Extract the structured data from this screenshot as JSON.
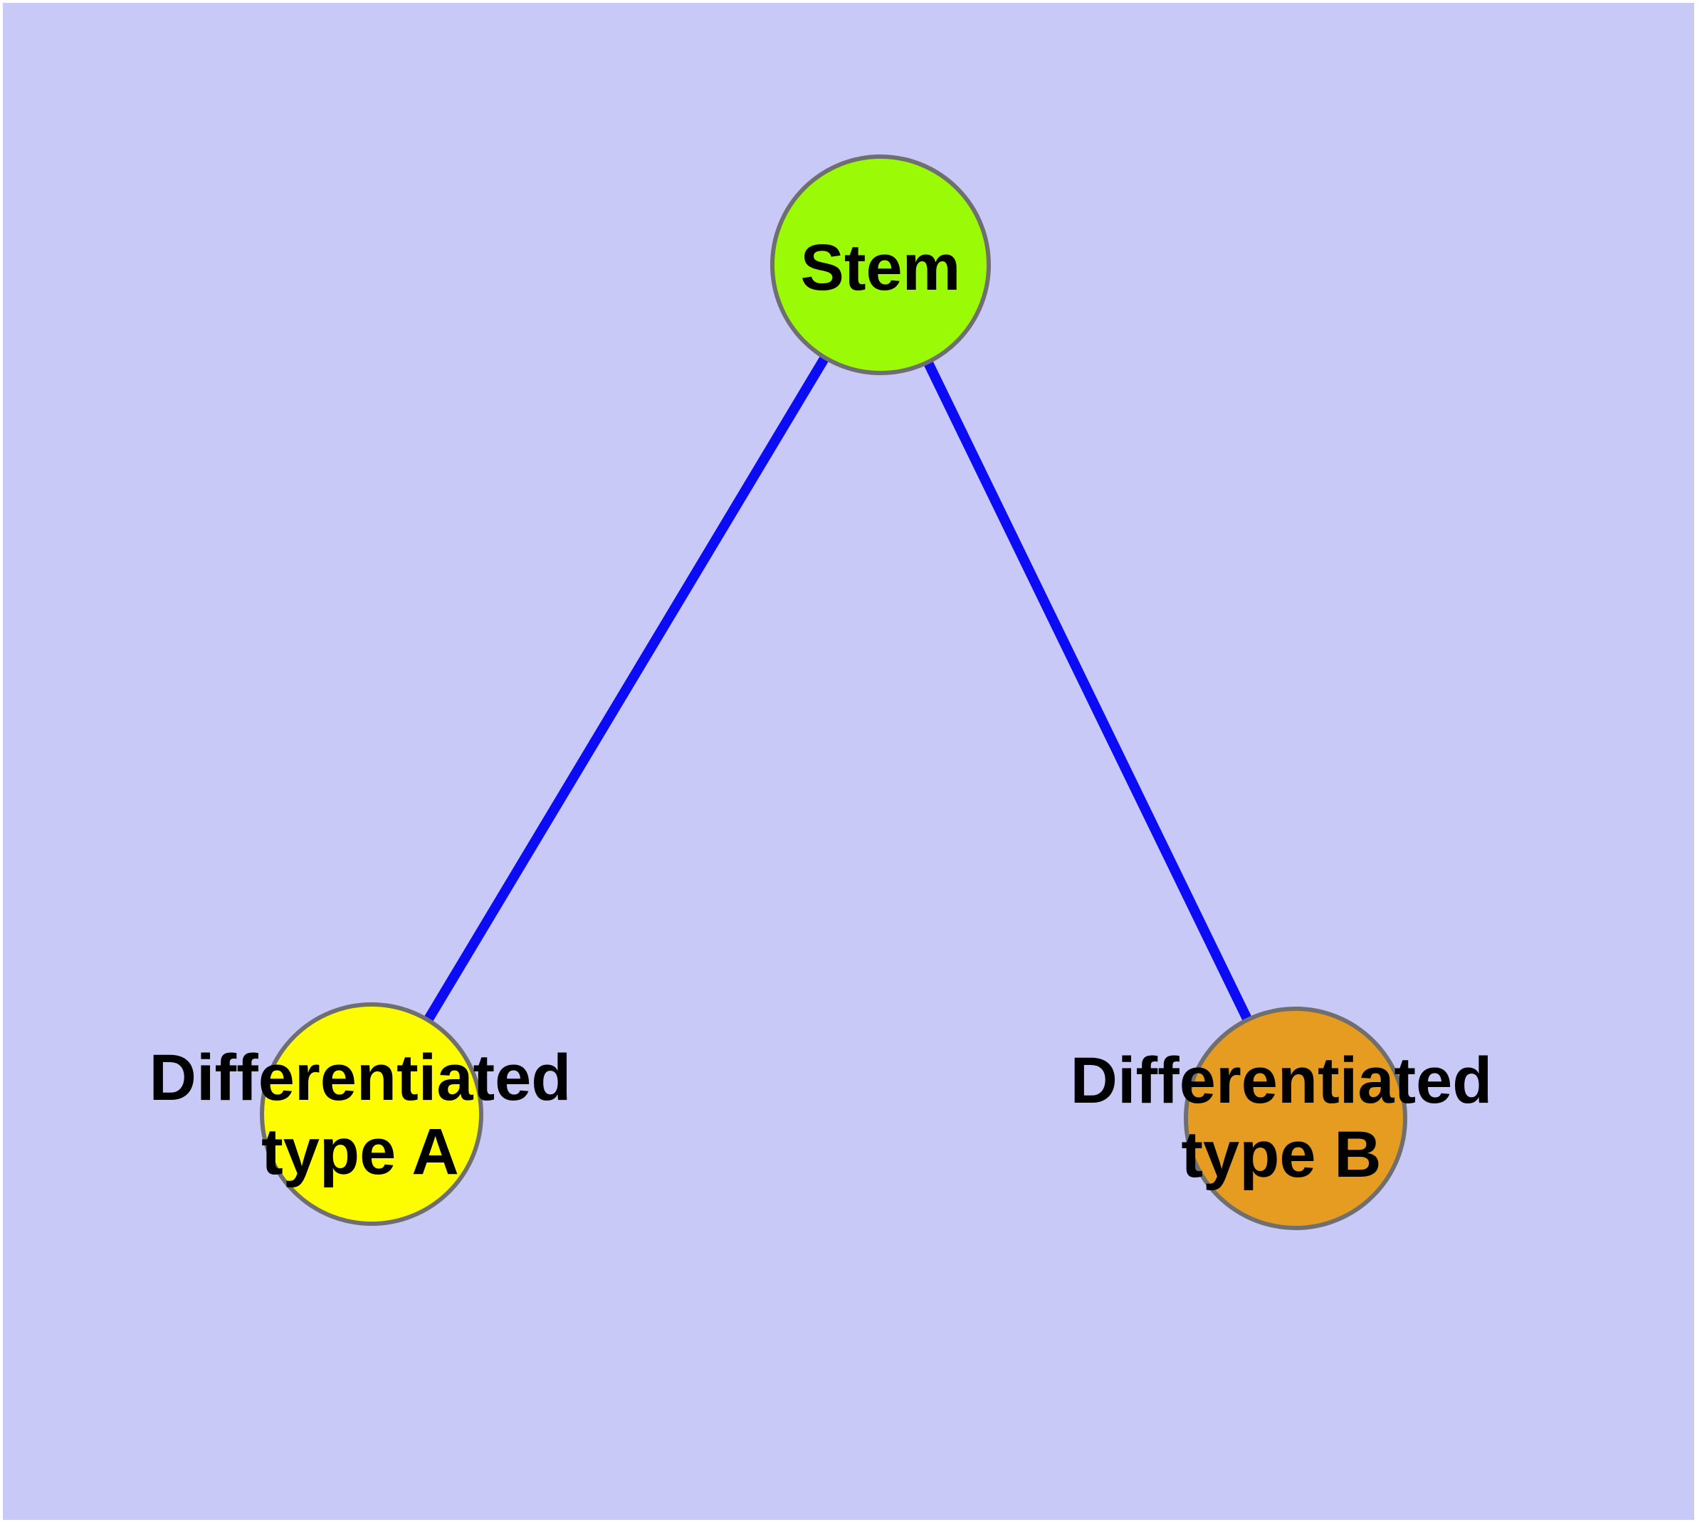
{
  "diagram": {
    "background_color": "#c9c9f8",
    "frame_color": "#ffffff",
    "edge_color": "#0b0bf5",
    "node_border_color": "#6f6f6f",
    "label_color": "#000000",
    "nodes": {
      "stem": {
        "label": "Stem",
        "fill": "#9bfb06"
      },
      "type_a": {
        "label": "Differentiated\ntype A",
        "fill": "#fdfd00"
      },
      "type_b": {
        "label": "Differentiated\ntype B",
        "fill": "#e69c21"
      }
    },
    "edges": [
      {
        "from": "Stem",
        "to": "Differentiated type A"
      },
      {
        "from": "Stem",
        "to": "Differentiated type B"
      }
    ]
  }
}
